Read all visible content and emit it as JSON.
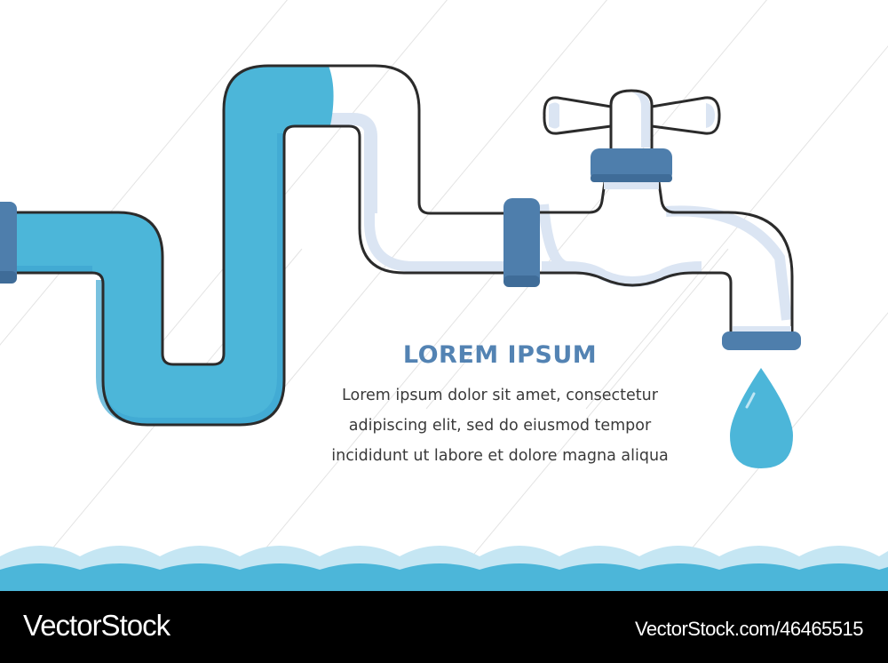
{
  "colors": {
    "water": "#4cb6d9",
    "water_shade": "#3fa6d1",
    "coupling": "#4e7eac",
    "coupling_shade": "#3f6c98",
    "outline": "#2b2b2b",
    "pipe_shadow": "#dbe5f3",
    "wave_light": "#c5e6f3",
    "wave_dark": "#4cb6d9",
    "headline": "#5383b3",
    "body_text": "#3a3a3a",
    "footer_bg": "#000000"
  },
  "illustration": {
    "subject": "water pipe with faucet dripping a water drop",
    "icons": [
      "pipe-icon",
      "faucet-icon",
      "water-drop-icon",
      "waves-icon"
    ]
  },
  "text_block": {
    "headline": "LOREM IPSUM",
    "lines": [
      "Lorem ipsum dolor sit amet, consectetur",
      "adipiscing elit, sed do eiusmod tempor",
      "incididunt ut labore et dolore magna aliqua"
    ]
  },
  "footer": {
    "brand": "VectorStock",
    "reference": "VectorStock.com/46465515"
  }
}
